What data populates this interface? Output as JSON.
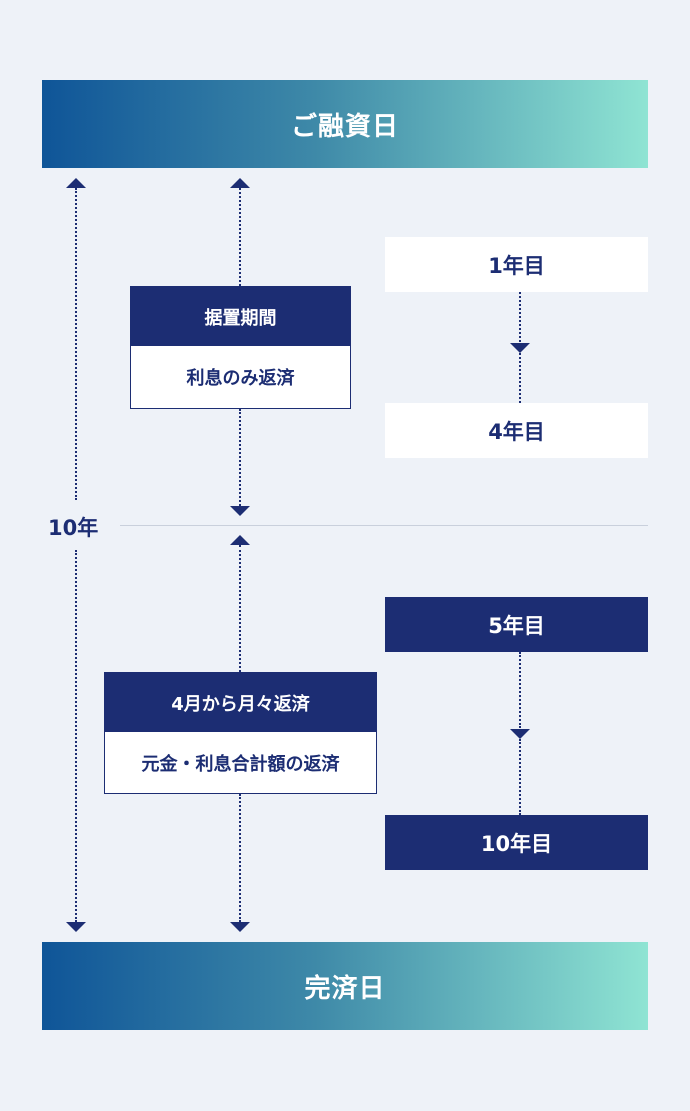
{
  "start_label": "ご融資日",
  "end_label": "完済日",
  "total_term_label": "10年",
  "phase1": {
    "title": "据置期間",
    "desc": "利息のみ返済",
    "year_start": "1年目",
    "year_end": "4年目"
  },
  "phase2": {
    "title": "4月から月々返済",
    "desc": "元金・利息合計額の返済",
    "year_start": "5年目",
    "year_end": "10年目"
  },
  "colors": {
    "navy": "#1c2d73",
    "gradient_start": "#0f5598",
    "gradient_end": "#8fe4d3",
    "background": "#eef2f8"
  }
}
